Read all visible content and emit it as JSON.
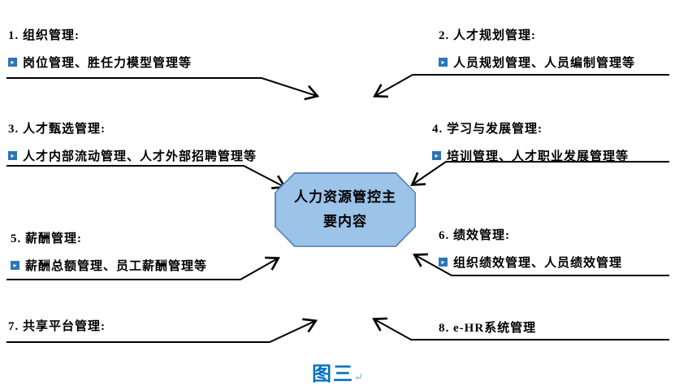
{
  "items": [
    {
      "title": "1. 组织管理:",
      "subtitle": "岗位管理、胜任力模型管理等"
    },
    {
      "title": "2. 人才规划管理:",
      "subtitle": "人员规划管理、人员编制管理等"
    },
    {
      "title": "3. 人才甄选管理:",
      "subtitle": "人才内部流动管理、人才外部招聘管理等"
    },
    {
      "title": "4. 学习与发展管理:",
      "subtitle": "培训管理、人才职业发展管理等"
    },
    {
      "title": "5. 薪酬管理:",
      "subtitle": "薪酬总额管理、员工薪酬管理等"
    },
    {
      "title": "6. 绩效管理:",
      "subtitle": "组织绩效管理、人员绩效管理"
    },
    {
      "title": "7. 共享平台管理:",
      "subtitle": ""
    },
    {
      "title": "8.  e-HR系统管理",
      "subtitle": ""
    }
  ],
  "center": {
    "text_line1": "人力资源管控主",
    "text_line2": "要内容",
    "fill_color": "#9cc3e8"
  },
  "caption": {
    "text": "图三",
    "mark": "↵",
    "color": "#0070c0"
  },
  "colors": {
    "bullet": "#2e75b6",
    "line": "#000000"
  }
}
